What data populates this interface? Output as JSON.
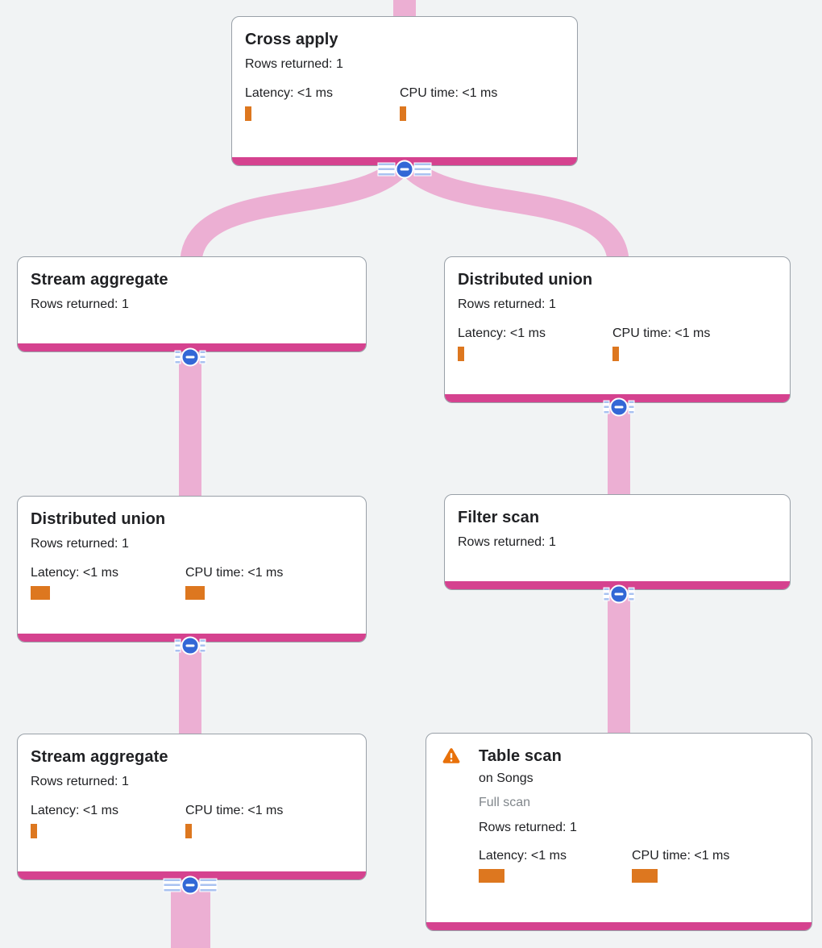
{
  "diagram_type": "query-execution-plan-tree",
  "colors": {
    "background": "#F1F3F4",
    "card_accent_pink": "#D5428F",
    "edge_pink": "#ECAFD3",
    "collapse_button_blue": "#3367D6",
    "collapse_stripe_blue": "#A9C2F0",
    "metric_bar_orange": "#DD771F",
    "warning_orange": "#E8710A",
    "muted_text": "#80868B",
    "card_border": "#99A0A8"
  },
  "nodes": {
    "cross_apply": {
      "title": "Cross apply",
      "rows": "Rows returned: 1",
      "latency_label": "Latency: <1 ms",
      "cpu_label": "CPU time: <1 ms",
      "latency_bar": "thin",
      "cpu_bar": "thin"
    },
    "stream_aggregate_top": {
      "title": "Stream aggregate",
      "rows": "Rows returned: 1"
    },
    "distributed_union_right": {
      "title": "Distributed union",
      "rows": "Rows returned: 1",
      "latency_label": "Latency: <1 ms",
      "cpu_label": "CPU time: <1 ms",
      "latency_bar": "thin",
      "cpu_bar": "thin"
    },
    "distributed_union_left": {
      "title": "Distributed union",
      "rows": "Rows returned: 1",
      "latency_label": "Latency: <1 ms",
      "cpu_label": "CPU time: <1 ms",
      "latency_bar": "medium",
      "cpu_bar": "medium"
    },
    "filter_scan": {
      "title": "Filter scan",
      "rows": "Rows returned: 1"
    },
    "stream_aggregate_bottom": {
      "title": "Stream aggregate",
      "rows": "Rows returned: 1",
      "latency_label": "Latency: <1 ms",
      "cpu_label": "CPU time: <1 ms",
      "latency_bar": "thin",
      "cpu_bar": "thin"
    },
    "table_scan": {
      "title": "Table scan",
      "on_table": "on Songs",
      "scan_type": "Full scan",
      "rows": "Rows returned: 1",
      "latency_label": "Latency: <1 ms",
      "cpu_label": "CPU time: <1 ms",
      "latency_bar": "wide",
      "cpu_bar": "wide",
      "warning": "warning-triangle"
    }
  },
  "edges": [
    {
      "from": "parent-offscreen-top",
      "to": "cross_apply"
    },
    {
      "from": "cross_apply",
      "to": "stream_aggregate_top"
    },
    {
      "from": "cross_apply",
      "to": "distributed_union_right"
    },
    {
      "from": "stream_aggregate_top",
      "to": "distributed_union_left"
    },
    {
      "from": "distributed_union_left",
      "to": "stream_aggregate_bottom"
    },
    {
      "from": "stream_aggregate_bottom",
      "to": "child-offscreen-bottom"
    },
    {
      "from": "distributed_union_right",
      "to": "filter_scan"
    },
    {
      "from": "filter_scan",
      "to": "table_scan"
    }
  ]
}
